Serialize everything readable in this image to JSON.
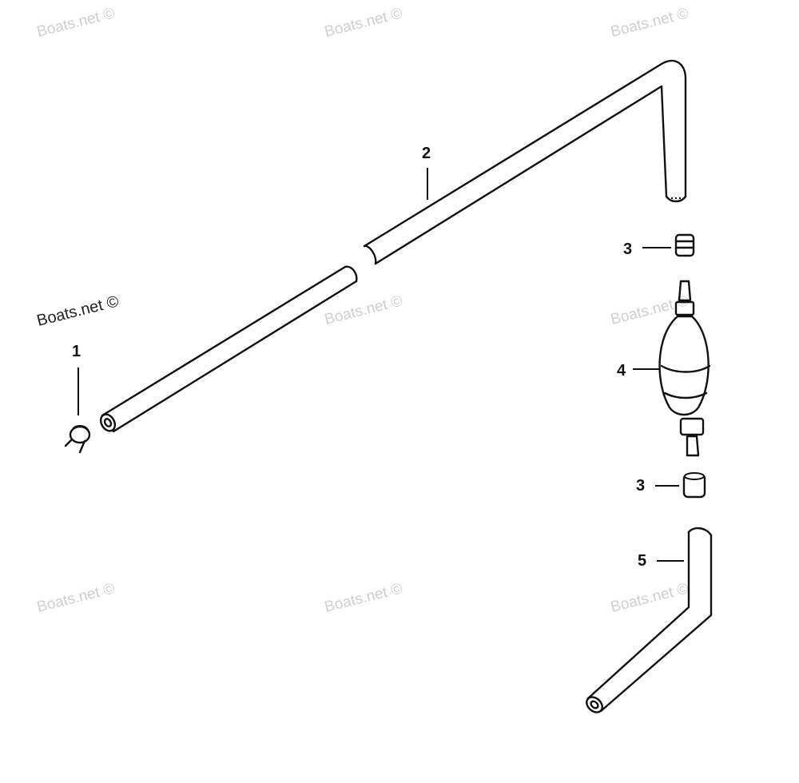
{
  "watermark": "Boats.net ©",
  "parts": [
    {
      "number": "1",
      "name": "hose clamp"
    },
    {
      "number": "2",
      "name": "fuel hose"
    },
    {
      "number": "3",
      "name": "fitting"
    },
    {
      "number": "4",
      "name": "primer bulb"
    },
    {
      "number": "3",
      "name": "fitting"
    },
    {
      "number": "5",
      "name": "fuel hose"
    }
  ],
  "colors": {
    "ink": "#111111",
    "watermark": "#cfcfcf",
    "background": "#ffffff"
  }
}
